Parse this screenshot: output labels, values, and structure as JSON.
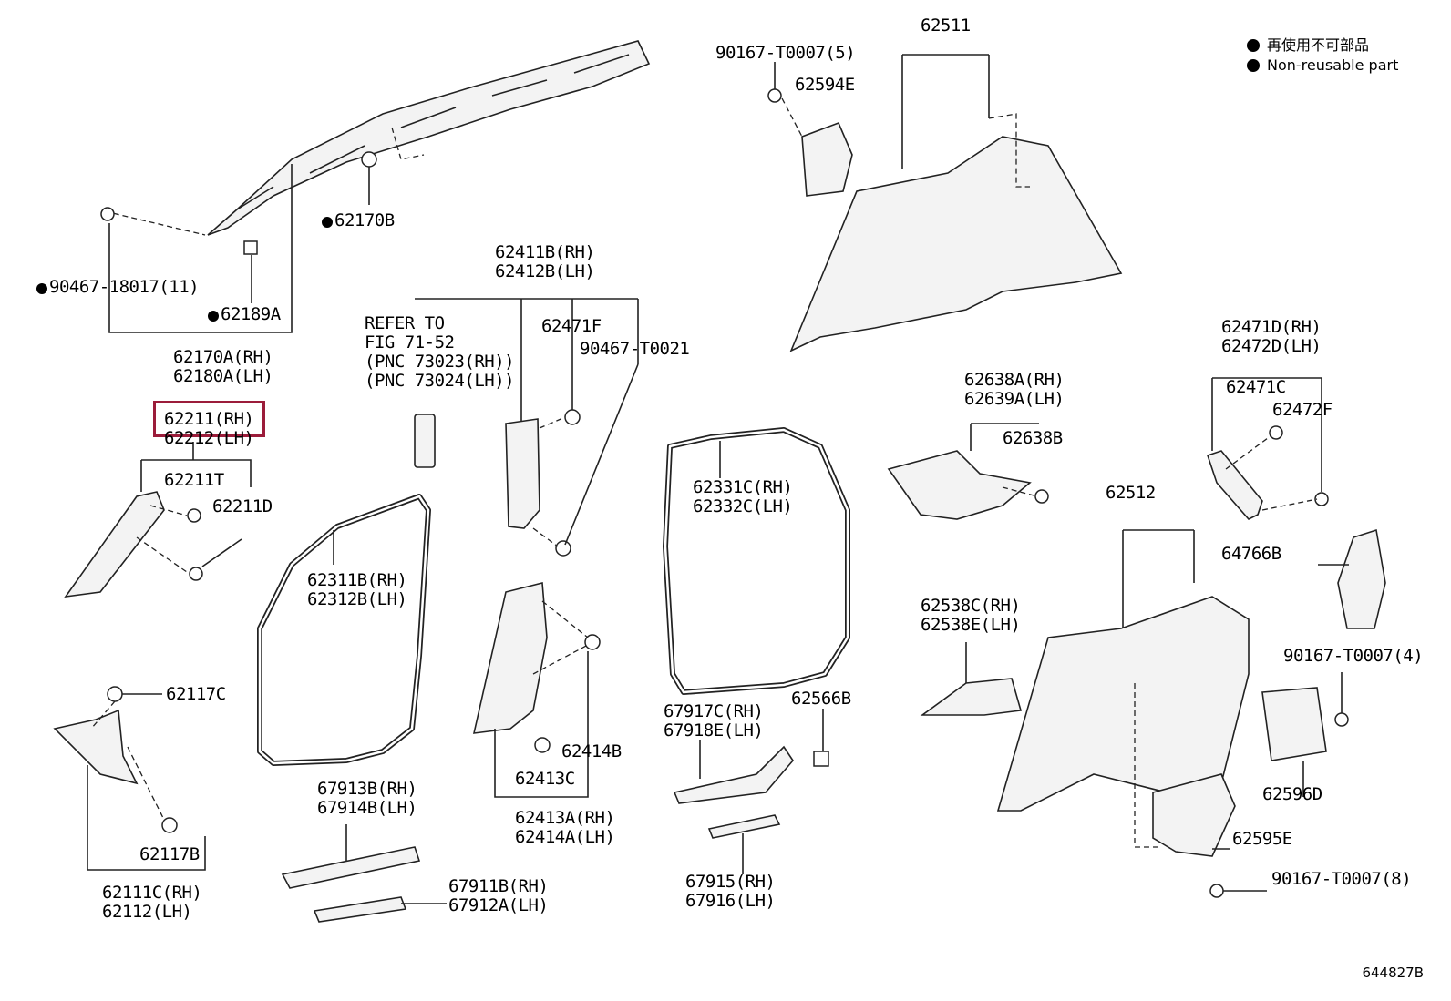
{
  "legend": {
    "line_ja": "再使用不可部品",
    "line_en": "Non-reusable part"
  },
  "labels": {
    "l62511": "62511",
    "l90167_5": "90167-T0007(5)",
    "l62594E": "62594E",
    "l62170B": "62170B",
    "l90467_18017": "90467-18017(11)",
    "l62189A": "62189A",
    "l62170A": "62170A(RH)",
    "l62180A": "62180A(LH)",
    "l62211": "62211(RH)",
    "l62212": "62212(LH)",
    "l62211T": "62211T",
    "l62211D": "62211D",
    "l62411B": "62411B(RH)",
    "l62412B": "62412B(LH)",
    "refer1": "REFER TO",
    "refer2": "FIG 71-52",
    "refer3": "(PNC 73023(RH))",
    "refer4": "(PNC 73024(LH))",
    "l62471F": "62471F",
    "l90467_T0021": "90467-T0021",
    "l62331C": "62331C(RH)",
    "l62332C": "62332C(LH)",
    "l62638A": "62638A(RH)",
    "l62639A": "62639A(LH)",
    "l62638B": "62638B",
    "l62471D": "62471D(RH)",
    "l62472D": "62472D(LH)",
    "l62471C": "62471C",
    "l62472F": "62472F",
    "l62311B": "62311B(RH)",
    "l62312B": "62312B(LH)",
    "l62512": "62512",
    "l64766B": "64766B",
    "l62538C": "62538C(RH)",
    "l62538E": "62538E(LH)",
    "l90167_4": "90167-T0007(4)",
    "l62117C": "62117C",
    "l62566B": "62566B",
    "l67917C": "67917C(RH)",
    "l67918E": "67918E(LH)",
    "l62414B": "62414B",
    "l62413C": "62413C",
    "l62413A": "62413A(RH)",
    "l62414A": "62414A(LH)",
    "l62596D": "62596D",
    "l67913B": "67913B(RH)",
    "l67914B": "67914B(LH)",
    "l62117B": "62117B",
    "l62111C": "62111C(RH)",
    "l62112": "62112(LH)",
    "l62595E": "62595E",
    "l90167_8": "90167-T0007(8)",
    "l67911B": "67911B(RH)",
    "l67912A": "67912A(LH)",
    "l67915": "67915(RH)",
    "l67916": "67916(LH)",
    "figno": "644827B"
  }
}
